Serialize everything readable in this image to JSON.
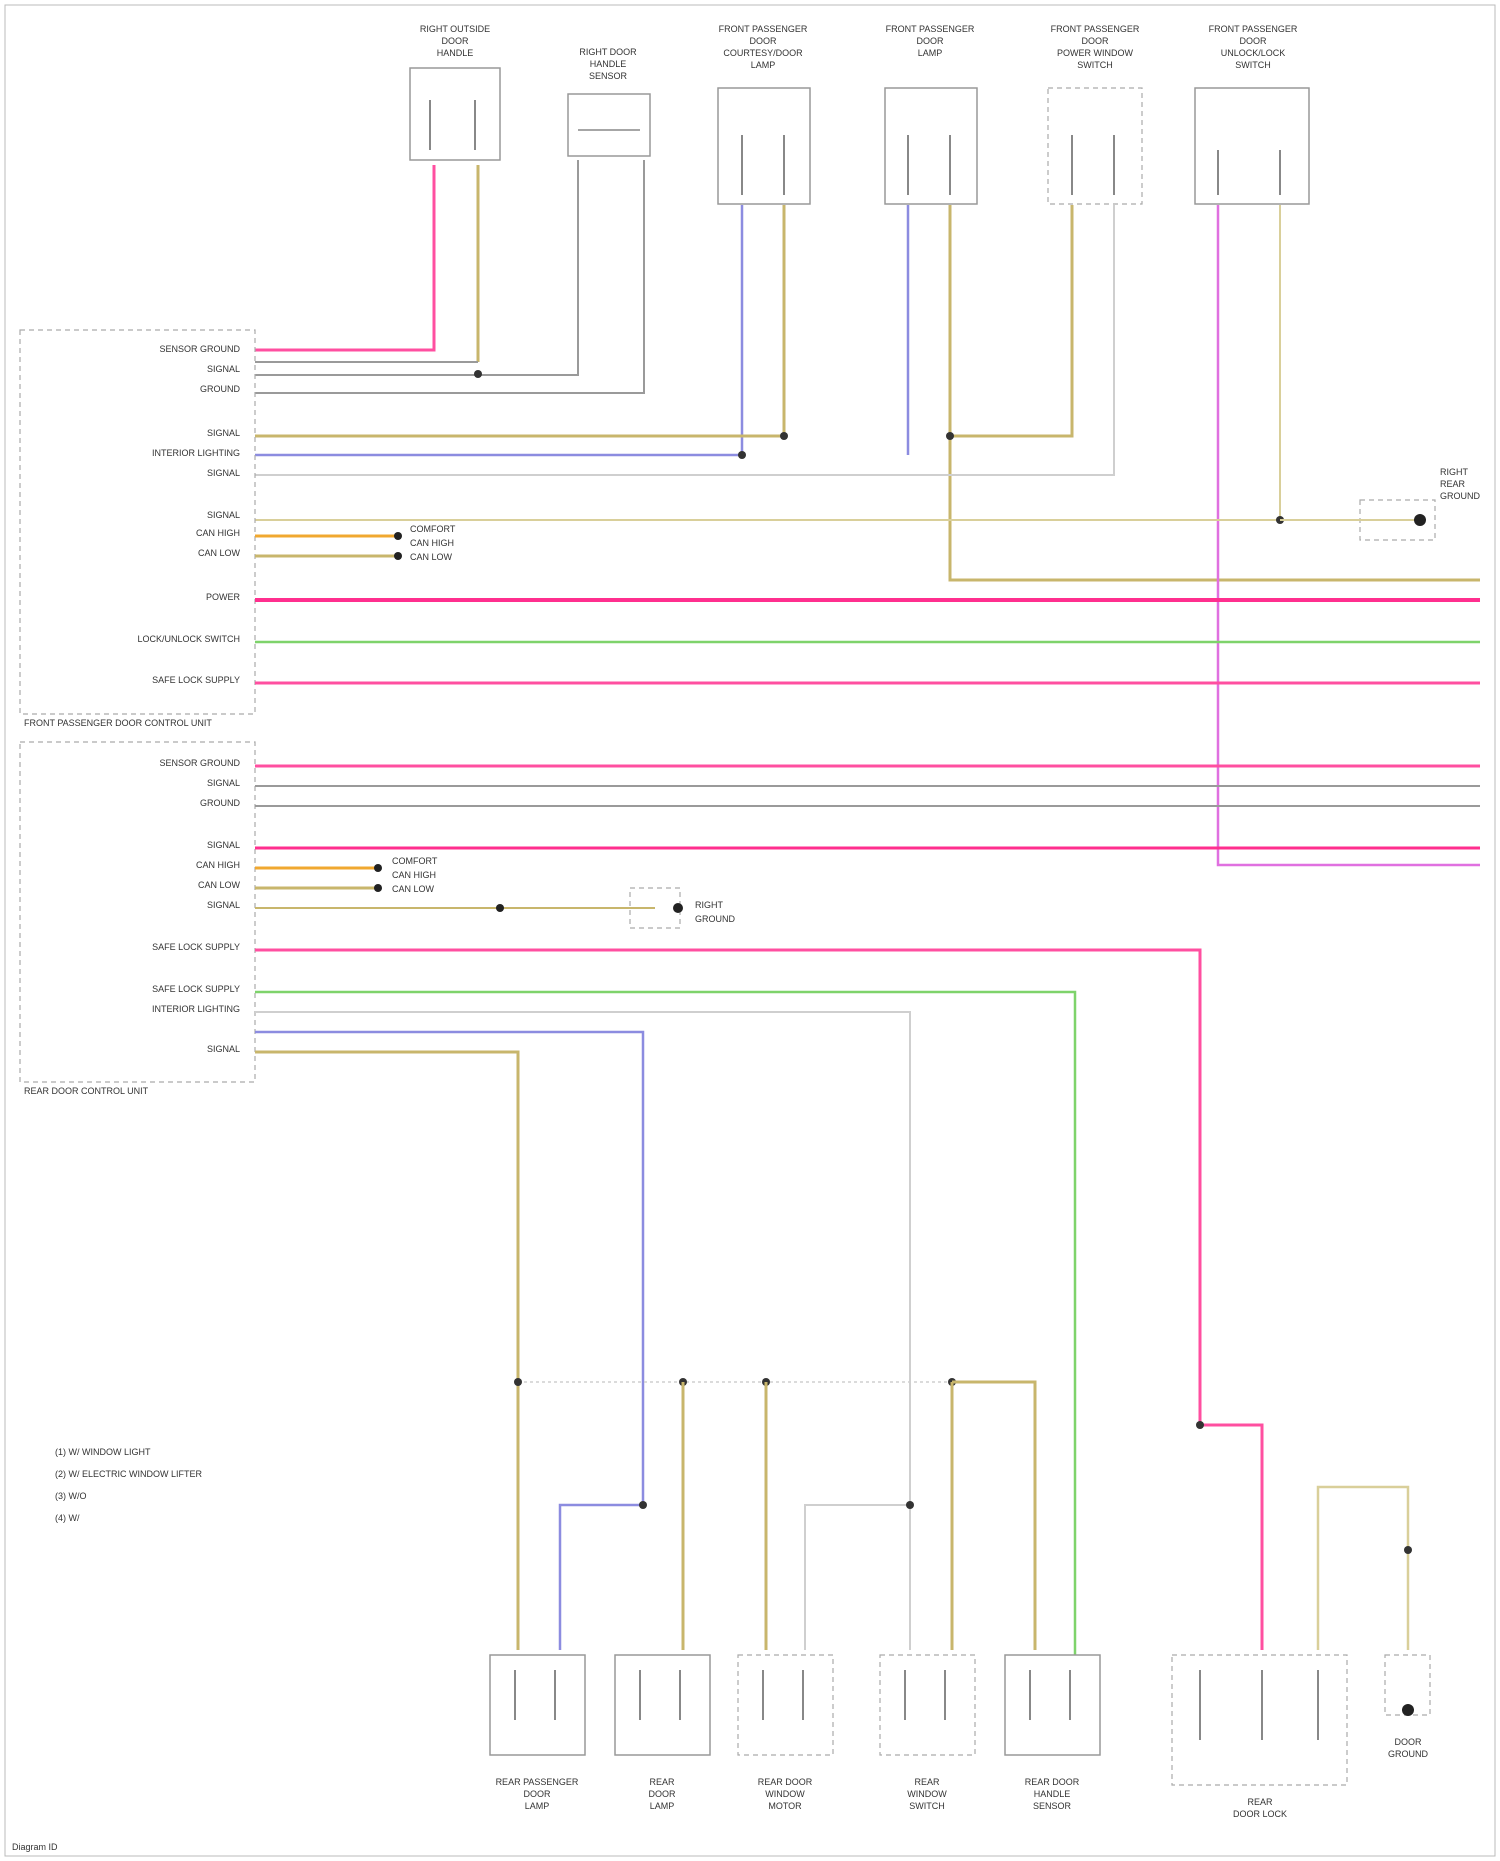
{
  "top_components": [
    {
      "name": [
        "RIGHT OUTSIDE",
        "DOOR",
        "HANDLE"
      ]
    },
    {
      "name": [
        "RIGHT DOOR",
        "HANDLE",
        "SENSOR"
      ]
    },
    {
      "name": [
        "FRONT PASSENGER",
        "DOOR",
        "COURTESY/DOOR",
        "LAMP"
      ]
    },
    {
      "name": [
        "FRONT PASSENGER",
        "DOOR",
        "LAMP"
      ]
    },
    {
      "name": [
        "FRONT PASSENGER",
        "DOOR",
        "POWER WINDOW",
        "SWITCH"
      ]
    },
    {
      "name": [
        "FRONT PASSENGER",
        "DOOR",
        "UNLOCK/LOCK",
        "SWITCH"
      ]
    }
  ],
  "module_front": {
    "title": "FRONT PASSENGER DOOR CONTROL UNIT",
    "pins": [
      "SENSOR GROUND",
      "SIGNAL",
      "GROUND",
      "SIGNAL",
      "INTERIOR LIGHTING",
      "SIGNAL",
      "SIGNAL",
      "CAN HIGH",
      "CAN LOW",
      "POWER",
      "LOCK/UNLOCK SWITCH",
      "SAFE LOCK SUPPLY"
    ]
  },
  "module_rear": {
    "title": "REAR DOOR CONTROL UNIT",
    "pins": [
      "SENSOR GROUND",
      "SIGNAL",
      "GROUND",
      "SIGNAL",
      "CAN HIGH",
      "CAN LOW",
      "SIGNAL",
      "SAFE LOCK SUPPLY",
      "SAFE LOCK SUPPLY",
      "INTERIOR LIGHTING",
      "SIGNAL"
    ]
  },
  "can_labels": [
    "COMFORT",
    "CAN HIGH",
    "CAN LOW"
  ],
  "ground_labels": [
    "RIGHT",
    "REAR",
    "GROUND"
  ],
  "bottom_components": [
    {
      "name": [
        "REAR PASSENGER",
        "DOOR",
        "LAMP"
      ]
    },
    {
      "name": [
        "REAR",
        "DOOR",
        "LAMP"
      ]
    },
    {
      "name": [
        "REAR DOOR",
        "WINDOW",
        "MOTOR"
      ]
    },
    {
      "name": [
        "REAR",
        "WINDOW",
        "SWITCH"
      ]
    },
    {
      "name": [
        "REAR DOOR",
        "HANDLE",
        "SENSOR"
      ]
    },
    {
      "name": [
        "REAR",
        "DOOR LOCK"
      ]
    },
    {
      "name": [
        "DOOR",
        "GROUND"
      ]
    }
  ],
  "legend": [
    "(1) W/ WINDOW LIGHT",
    "(2) W/ ELECTRIC WINDOW LIFTER",
    "(3) W/O",
    "(4) W/"
  ],
  "footer": "Diagram ID",
  "colors": {
    "pink": "#ff2f8e",
    "magenta": "#d81b9a",
    "tan": "#c8b66c",
    "violet": "#7b7bd6",
    "green": "#7ed36b",
    "orange": "#f0a830",
    "grey": "#8a8a8a",
    "lightgrey": "#c9c9c9"
  }
}
